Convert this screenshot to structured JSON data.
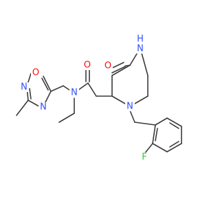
{
  "colors": {
    "bond": "#3a3a3a",
    "N": "#3050f8",
    "O": "#ff0d0d",
    "F": "#33cc33"
  },
  "atoms": {
    "N_piperazine_top": "N",
    "H_piperazine_top": "H",
    "O_ketone": "O",
    "O_amide": "O",
    "N_amide": "N",
    "N_piperazine_bottom": "N",
    "O_oxadiazole": "O",
    "N_oxadiazole_top": "N",
    "N_oxadiazole_bottom": "N",
    "F_fluoro": "F"
  }
}
